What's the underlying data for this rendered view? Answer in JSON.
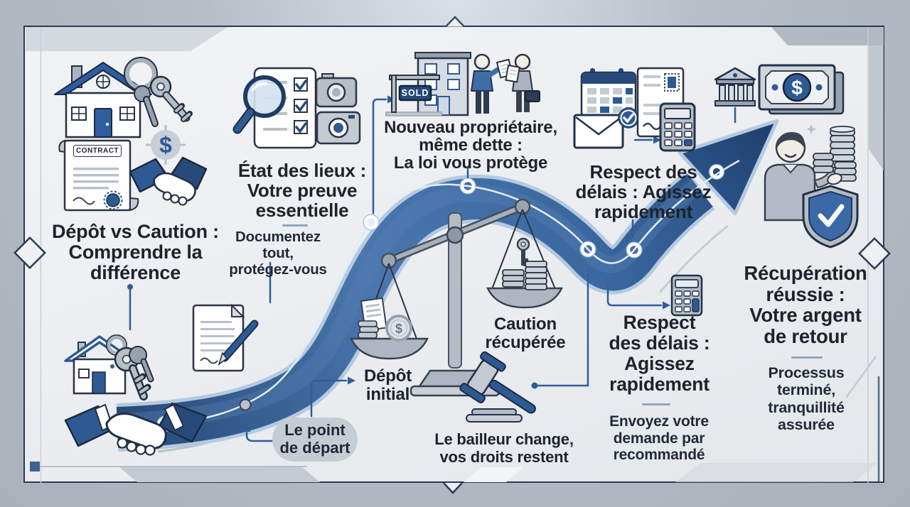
{
  "captions": {
    "intro": "Dépôt vs Caution :\nComprendre la\ndifférence",
    "etat_title": "État des lieux :\nVotre preuve\nessentielle",
    "etat_sub": "Documentez tout,\nprotégez-vous",
    "proprietaire": "Nouveau propriétaire,\nmême dette :\nLa loi vous protège",
    "delais_top": "Respect des\ndélais : Agissez\nrapidement",
    "recuperation_title": "Récupération\nréussie :\nVotre argent\nde retour",
    "recuperation_sub": "Processus\nterminé,\ntranquillité\nassurée",
    "depot_initial": "Dépôt\ninitial",
    "caution_recuperee": "Caution\nrécupérée",
    "point_depart": "Le point\nde départ",
    "bailleur": "Le bailleur change,\nvos droits restent",
    "delais_bottom_title": "Respect\ndes délais :\nAgissez\nrapidement",
    "delais_bottom_sub": "Envoyez votre\ndemande par\nrecommandé"
  },
  "labels": {
    "contract": "CONTRACT",
    "sold": "SOLD",
    "dollar": "$"
  },
  "colors": {
    "accent_blue": "#2e5a94",
    "band_dark": "#274b78",
    "band_mid": "#4a77ae",
    "navy": "#22324a",
    "panel": "#edeff2",
    "outer_gray": "#aeb6c0",
    "text": "#1e222b",
    "icon_gray": "#b6bec7"
  },
  "icons": {
    "house-icon": "🏠",
    "keys-icon": "🔑",
    "dollar-coin-icon": "$",
    "contract-icon": "📜",
    "handshake-icon": "🤝",
    "magnifier-checklist-icon": "🔍",
    "camera-icon": "📷",
    "building-icon": "🏢",
    "sold-sign-icon": "⌂",
    "people-exchange-icon": "👥",
    "calendar-icon": "📅",
    "envelope-icon": "✉",
    "check-badge-icon": "✓",
    "stamped-letter-icon": "📄",
    "calculator-icon": "🖩",
    "bank-icon": "🏛",
    "money-bill-icon": "💵",
    "person-coins-icon": "🪙",
    "shield-check-icon": "🛡",
    "balance-scale-icon": "⚖",
    "gavel-icon": "🔨",
    "document-pen-icon": "✒",
    "rising-arrow-icon": "↗",
    "path-node-icon": "●"
  }
}
